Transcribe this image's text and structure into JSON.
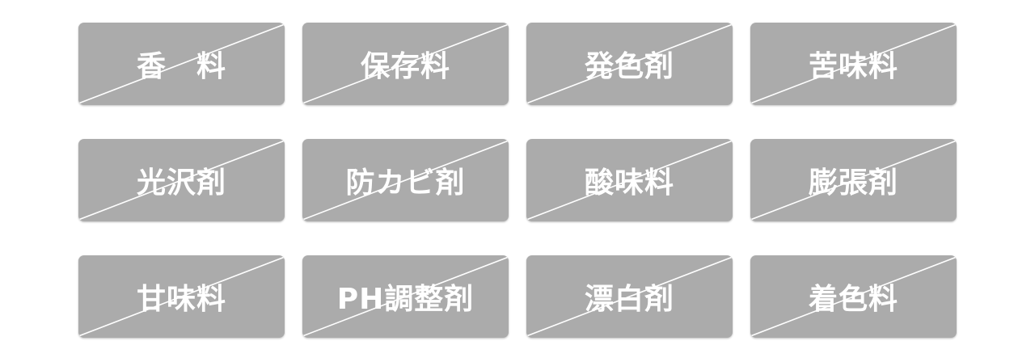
{
  "colors": {
    "tile": "#ababab",
    "text": "#ffffff",
    "strike": "#ffffff"
  },
  "items": [
    {
      "label": "香　料"
    },
    {
      "label": "保存料"
    },
    {
      "label": "発色剤"
    },
    {
      "label": "苦味料"
    },
    {
      "label": "光沢剤"
    },
    {
      "label": "防カビ剤"
    },
    {
      "label": "酸味料"
    },
    {
      "label": "膨張剤"
    },
    {
      "label": "甘味料"
    },
    {
      "label": "PH調整剤"
    },
    {
      "label": "漂白剤"
    },
    {
      "label": "着色料"
    }
  ]
}
